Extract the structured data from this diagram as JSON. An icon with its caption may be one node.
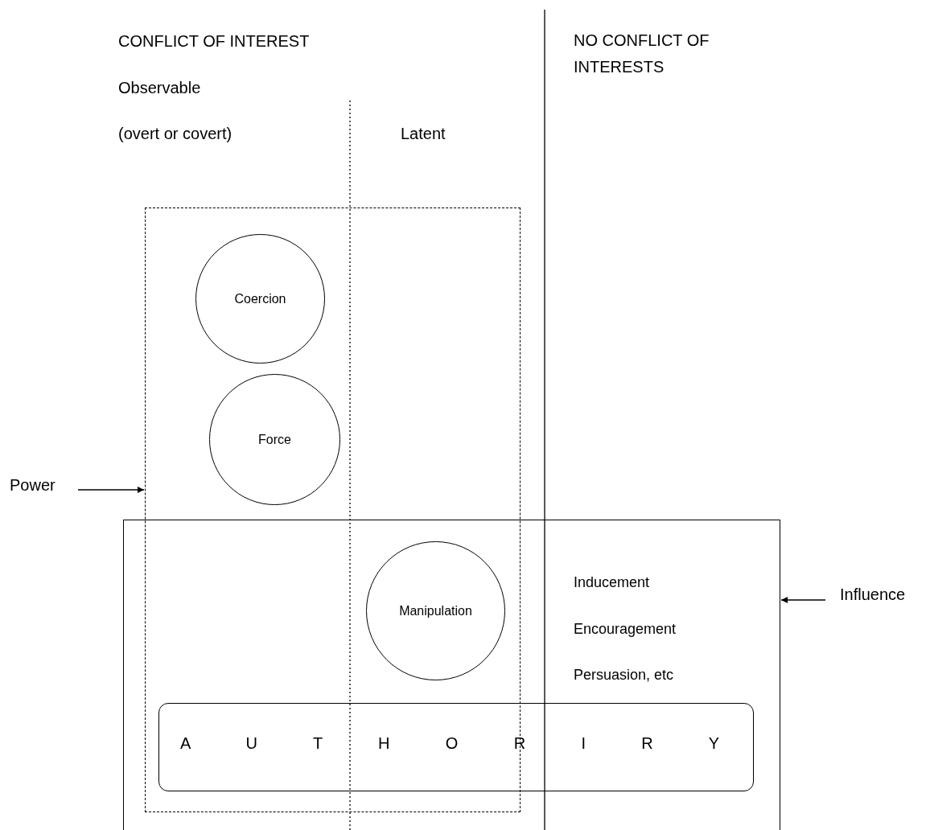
{
  "diagram": {
    "nodes": [
      {
        "text": [
          "Power"
        ]
      },
      {
        "text": [],
        "shape": "box"
      },
      {
        "text": [
          "Coercion"
        ],
        "in": 1
      },
      {
        "text": [
          "Force"
        ],
        "in": 1
      },
      {
        "text": [
          "Influence"
        ]
      },
      {
        "text": [],
        "shape": "box"
      },
      {
        "text": [
          "Manipulation"
        ]
      },
      {
        "text": [
          "A U T H O R I R Y"
        ],
        "in": 5
      }
    ],
    "edges": [
      {
        "from": 0,
        "to": 1,
        "arrow": "to"
      },
      {
        "from": 4,
        "to": 5,
        "arrow": "to"
      }
    ],
    "labels": [
      "CONFLICT OF INTEREST",
      "NO CONFLICT OF INTERESTS",
      "Observable",
      "(overt or covert)",
      "Latent",
      "Inducement",
      "Encouragement",
      "Persuasion, etc"
    ]
  }
}
